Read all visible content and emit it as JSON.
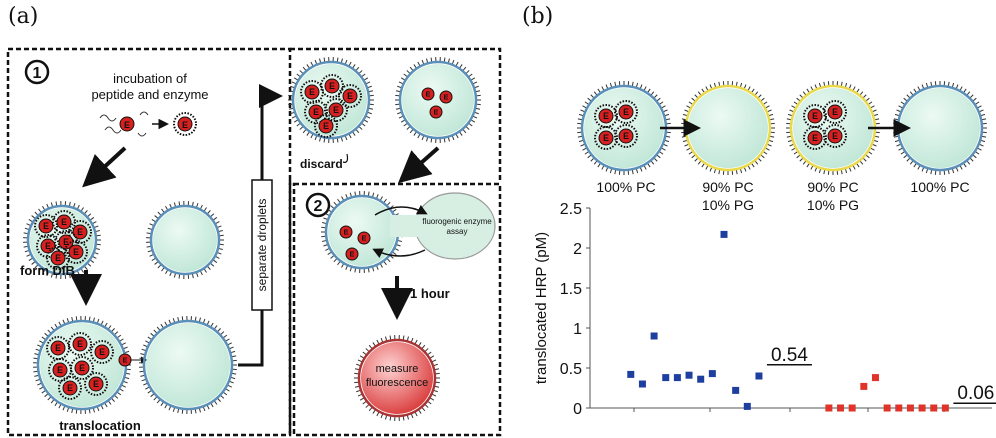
{
  "panel_a": {
    "label": "(a)",
    "step1_number": "1",
    "step2_number": "2",
    "incubation_line1": "incubation of",
    "incubation_line2": "peptide and enzyme",
    "form_dib": "form DIB",
    "translocation": "translocation",
    "separate_droplets": "separate droplets",
    "discard": "discard",
    "assay_line1": "fluorogenic enzyme",
    "assay_line2": "assay",
    "one_hour": "1 hour",
    "measure_line1": "measure",
    "measure_line2": "fluorescence",
    "enzyme_letter": "E"
  },
  "panel_b": {
    "label": "(b)",
    "pair1_left": "100% PC",
    "pair1_right_line1": "90% PC",
    "pair1_right_line2": "10% PG",
    "pair2_left_line1": "90% PC",
    "pair2_left_line2": "10% PG",
    "pair2_right": "100% PC"
  },
  "colors": {
    "droplet_fill": "#cfeee2",
    "enzyme_red": "#d92020",
    "blue_series": "#1f3fa0",
    "red_series": "#e0342a",
    "measure_red": "#e45a5a",
    "pg_yellow": "#e8d84a"
  },
  "chart_data": {
    "type": "scatter",
    "ylabel": "translocated HRP (pM)",
    "ylim": [
      0,
      2.5
    ],
    "yticks": [
      "0",
      "0.5",
      "1",
      "1.5",
      "2",
      "2.5"
    ],
    "series": [
      {
        "color": "#1f3fa0",
        "points": [
          {
            "x": 1,
            "y": 0.42
          },
          {
            "x": 2,
            "y": 0.3
          },
          {
            "x": 3,
            "y": 0.9
          },
          {
            "x": 4,
            "y": 0.38
          },
          {
            "x": 5,
            "y": 0.38
          },
          {
            "x": 6,
            "y": 0.41
          },
          {
            "x": 7,
            "y": 0.36
          },
          {
            "x": 8,
            "y": 0.43
          },
          {
            "x": 9,
            "y": 2.17
          },
          {
            "x": 10,
            "y": 0.22
          },
          {
            "x": 11,
            "y": 0.02
          },
          {
            "x": 12,
            "y": 0.4
          }
        ],
        "mean": 0.54,
        "mean_label": "0.54"
      },
      {
        "color": "#e0342a",
        "points": [
          {
            "x": 18,
            "y": 0
          },
          {
            "x": 19,
            "y": 0
          },
          {
            "x": 20,
            "y": 0
          },
          {
            "x": 21,
            "y": 0.27
          },
          {
            "x": 22,
            "y": 0.38
          },
          {
            "x": 23,
            "y": 0
          },
          {
            "x": 24,
            "y": 0
          },
          {
            "x": 25,
            "y": 0
          },
          {
            "x": 26,
            "y": 0
          },
          {
            "x": 27,
            "y": 0
          },
          {
            "x": 28,
            "y": 0
          }
        ],
        "mean": 0.06,
        "mean_label": "0.06"
      }
    ],
    "xlim": [
      -2.5,
      32
    ]
  }
}
